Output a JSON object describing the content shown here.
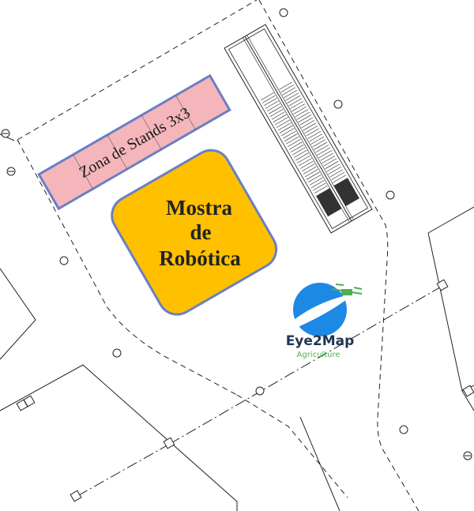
{
  "zones": {
    "stands": {
      "label": "Zona de Stands 3x3",
      "fill": "#f4b6bb",
      "stroke": "#6a7fc4"
    },
    "robotics": {
      "lines": [
        "Mostra",
        "de",
        "Robótica"
      ],
      "fill": "#ffc000",
      "stroke": "#6a7fc4"
    }
  },
  "logo": {
    "name": "Eye2Map",
    "tagline": "Agriculture",
    "colors": {
      "primary": "#1e88e5",
      "accent": "#4caf50",
      "text": "#1f3552"
    }
  },
  "drawing": {
    "line_color": "#222222"
  }
}
